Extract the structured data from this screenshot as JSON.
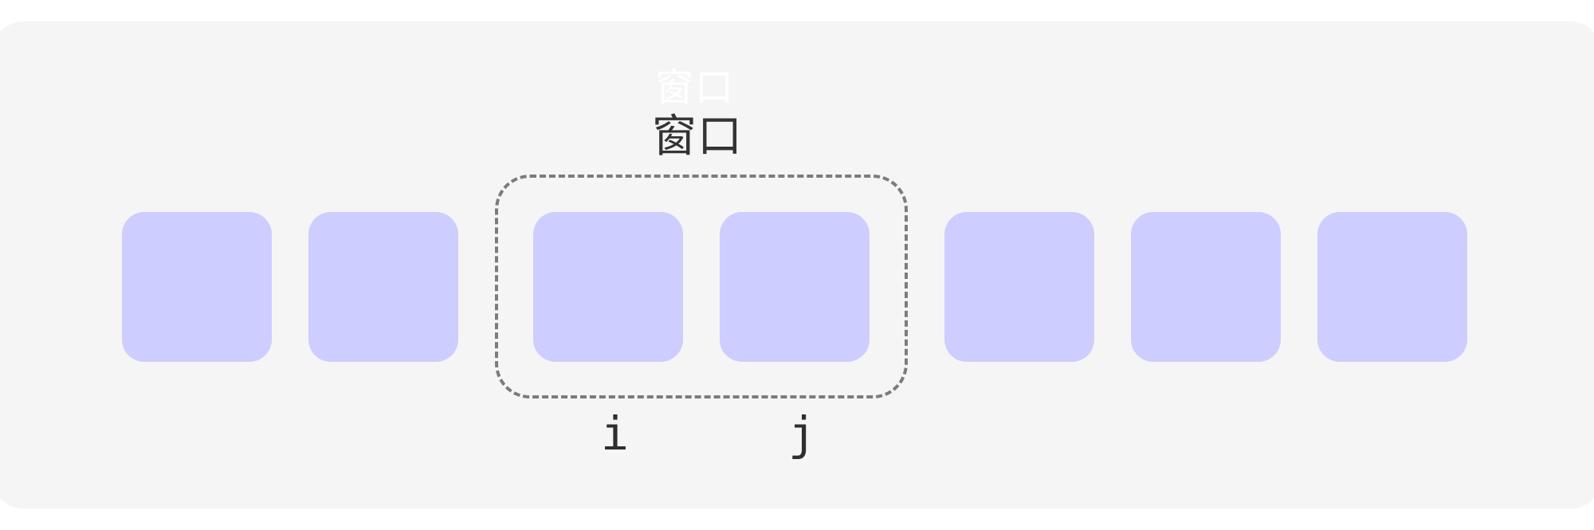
{
  "diagram": {
    "ghost_label": "窗口",
    "window_label": "窗口",
    "pointers": {
      "i": "i",
      "j": "j"
    },
    "cells": [
      {
        "index": 0,
        "in_window": false
      },
      {
        "index": 1,
        "in_window": false
      },
      {
        "index": 2,
        "in_window": true
      },
      {
        "index": 3,
        "in_window": true
      },
      {
        "index": 4,
        "in_window": false
      },
      {
        "index": 5,
        "in_window": false
      },
      {
        "index": 6,
        "in_window": false
      }
    ],
    "colors": {
      "cell_fill": "#cdcdff",
      "panel_background": "#f5f5f5",
      "window_border": "#7c7c7c",
      "text": "#333333"
    }
  }
}
